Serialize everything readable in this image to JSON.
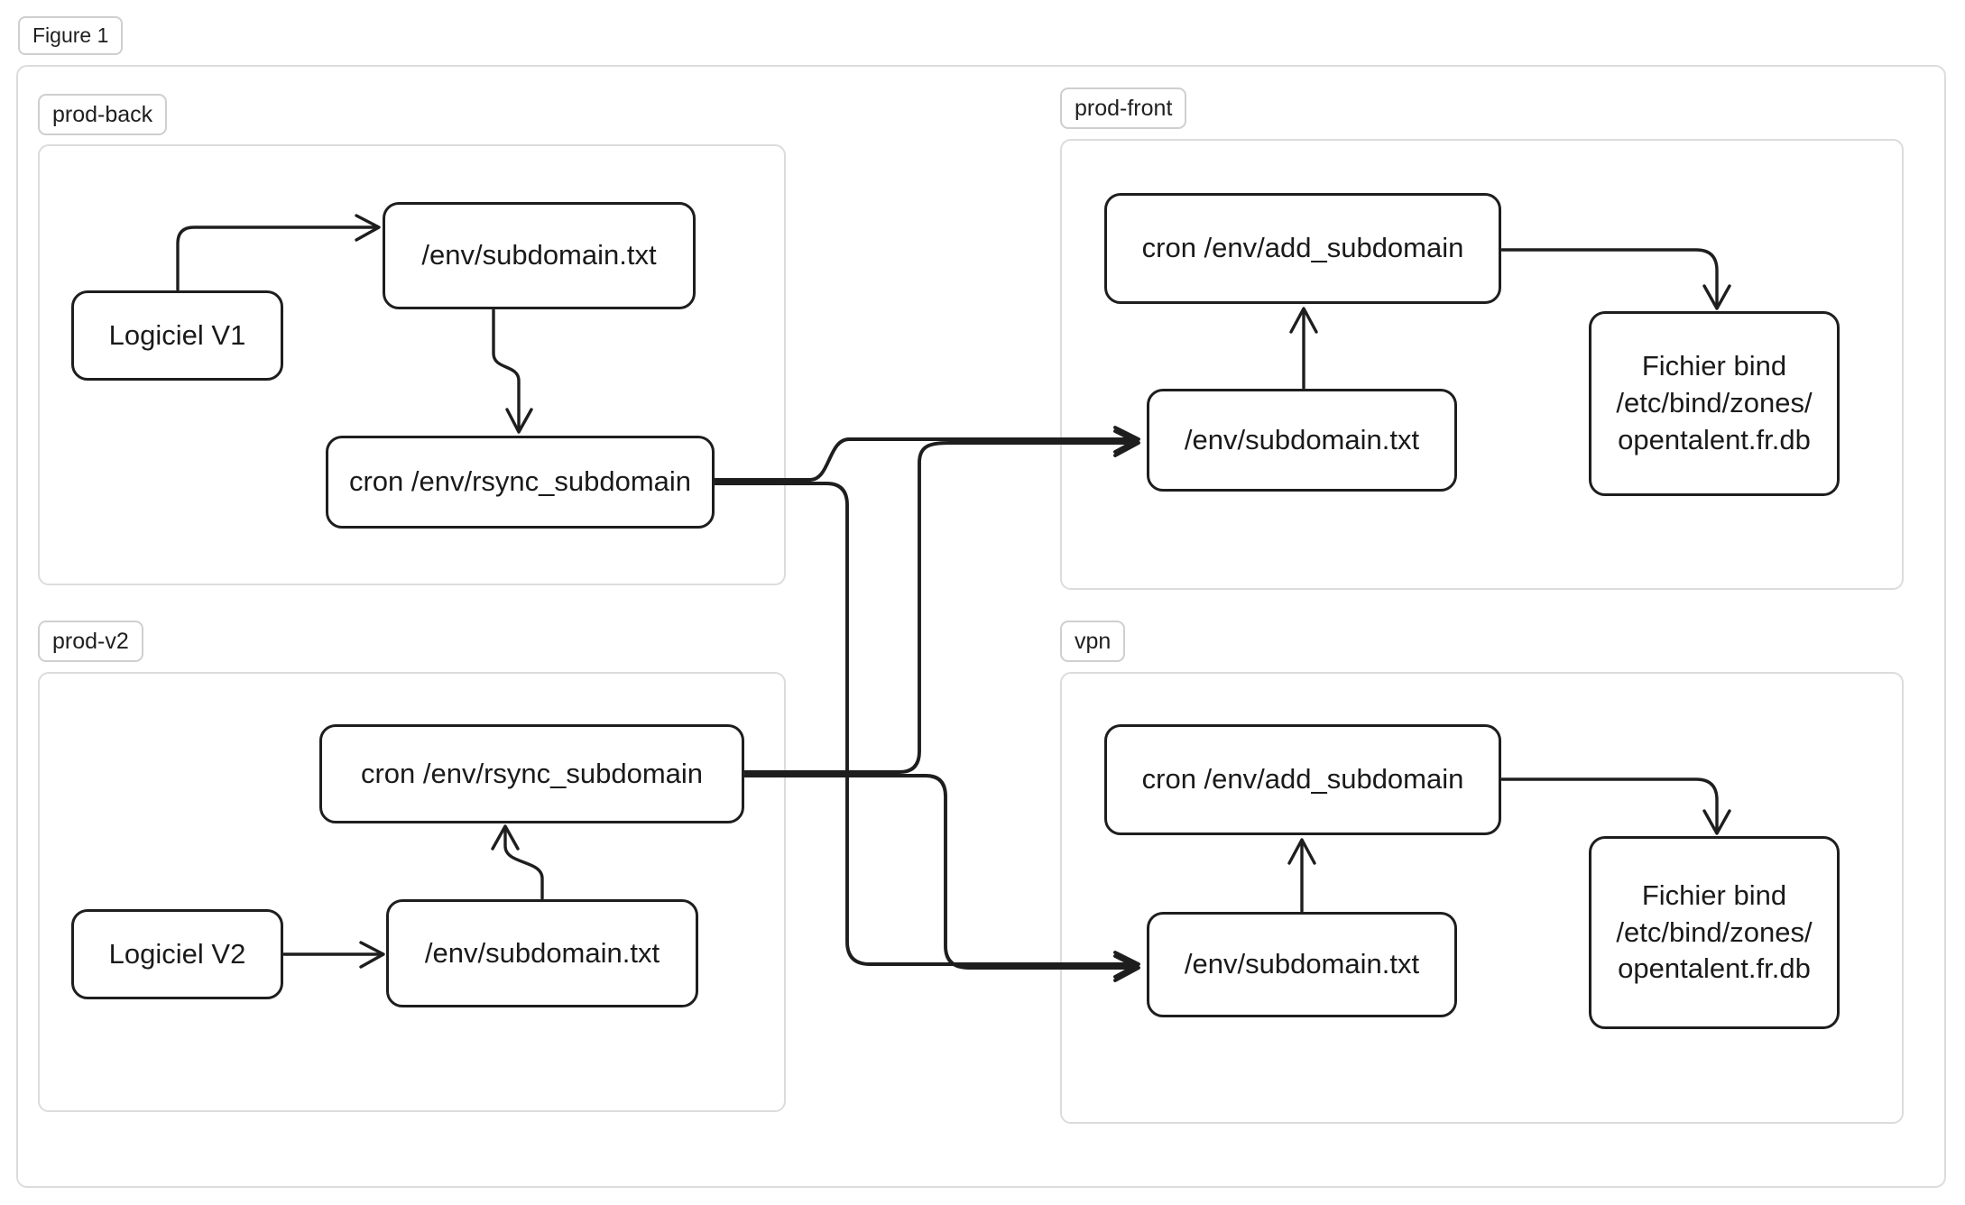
{
  "figure": {
    "label": "Figure 1"
  },
  "groups": {
    "prod_back": {
      "label": "prod-back"
    },
    "prod_front": {
      "label": "prod-front"
    },
    "prod_v2": {
      "label": "prod-v2"
    },
    "vpn": {
      "label": "vpn"
    }
  },
  "nodes": {
    "pb_logiciel_v1": {
      "label": "Logiciel V1"
    },
    "pb_subdomain": {
      "label": "/env/subdomain.txt"
    },
    "pb_rsync": {
      "label": "cron /env/rsync_subdomain"
    },
    "pf_cron_add": {
      "label": "cron /env/add_subdomain"
    },
    "pf_subdomain": {
      "label": "/env/subdomain.txt"
    },
    "pf_fichier": {
      "lines": [
        "Fichier bind",
        "/etc/bind/zones/",
        "opentalent.fr.db"
      ]
    },
    "v2_rsync": {
      "label": "cron /env/rsync_subdomain"
    },
    "v2_logiciel_v2": {
      "label": "Logiciel V2"
    },
    "v2_subdomain": {
      "label": "/env/subdomain.txt"
    },
    "vpn_cron_add": {
      "label": "cron /env/add_subdomain"
    },
    "vpn_subdomain": {
      "label": "/env/subdomain.txt"
    },
    "vpn_fichier": {
      "lines": [
        "Fichier bind",
        "/etc/bind/zones/",
        "opentalent.fr.db"
      ]
    }
  },
  "edges": [
    {
      "from": "pb_logiciel_v1",
      "to": "pb_subdomain"
    },
    {
      "from": "pb_subdomain",
      "to": "pb_rsync"
    },
    {
      "from": "pb_rsync",
      "to": "pf_subdomain"
    },
    {
      "from": "pb_rsync",
      "to": "vpn_subdomain"
    },
    {
      "from": "v2_logiciel_v2",
      "to": "v2_subdomain"
    },
    {
      "from": "v2_subdomain",
      "to": "v2_rsync"
    },
    {
      "from": "v2_rsync",
      "to": "pf_subdomain"
    },
    {
      "from": "v2_rsync",
      "to": "vpn_subdomain"
    },
    {
      "from": "pf_subdomain",
      "to": "pf_cron_add"
    },
    {
      "from": "pf_cron_add",
      "to": "pf_fichier"
    },
    {
      "from": "vpn_subdomain",
      "to": "vpn_cron_add"
    },
    {
      "from": "vpn_cron_add",
      "to": "vpn_fichier"
    }
  ],
  "colors": {
    "background": "#ffffff",
    "node_stroke": "#1e1e1e",
    "text": "#1a1a1a",
    "frame_stroke": "#dcdcdc",
    "chip_stroke": "#cfcfcf"
  }
}
